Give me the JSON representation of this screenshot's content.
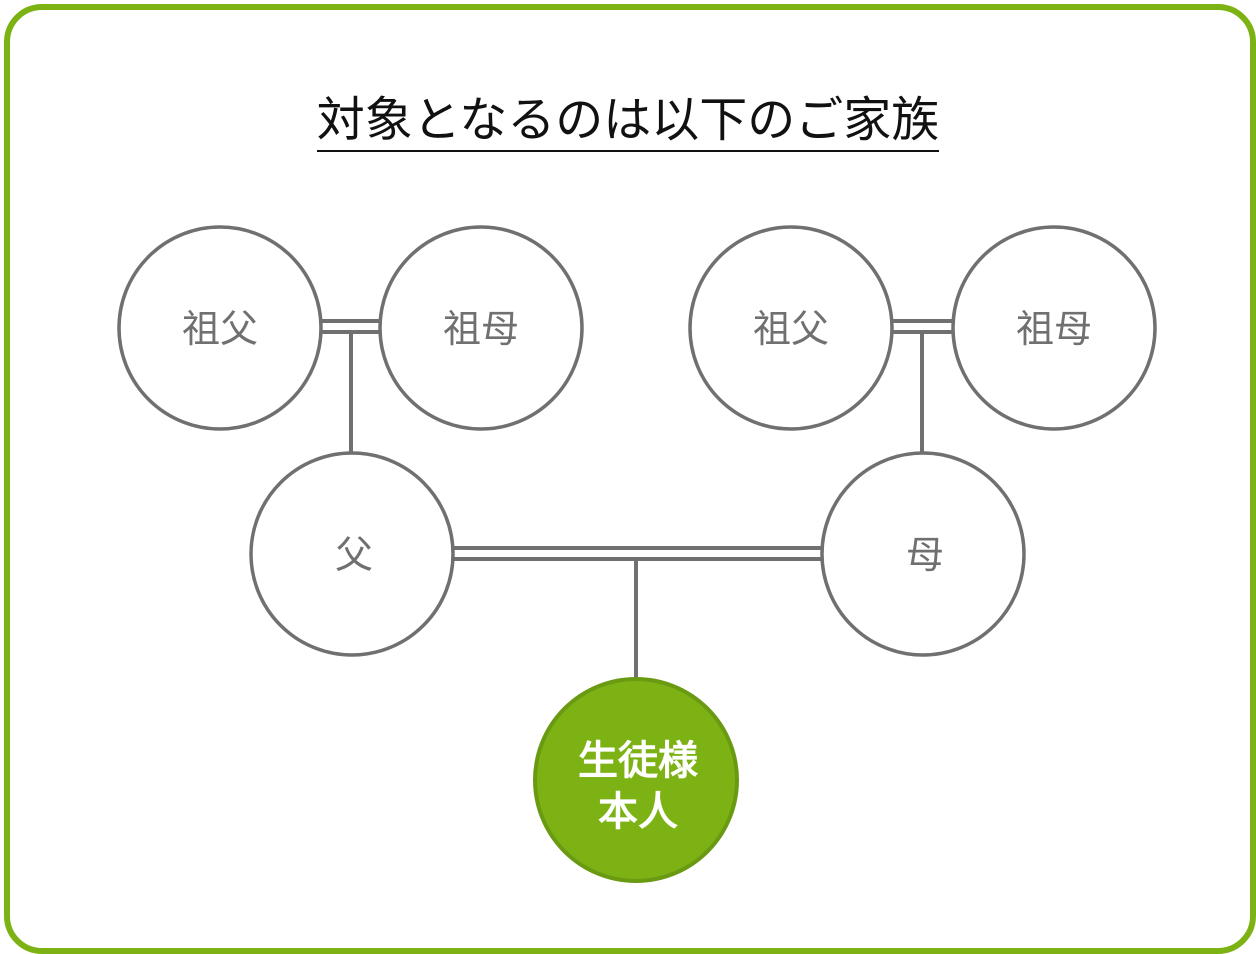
{
  "title": "対象となるのは以下のご家族",
  "colors": {
    "border": "#7db214",
    "node_stroke": "#707070",
    "line": "#707070",
    "self_fill": "#7db214",
    "self_stroke": "#6a9a12"
  },
  "nodes": {
    "paternal_grandfather": "祖父",
    "paternal_grandmother": "祖母",
    "maternal_grandfather": "祖父",
    "maternal_grandmother": "祖母",
    "father": "父",
    "mother": "母",
    "self_line1": "生徒様",
    "self_line2": "本人"
  }
}
